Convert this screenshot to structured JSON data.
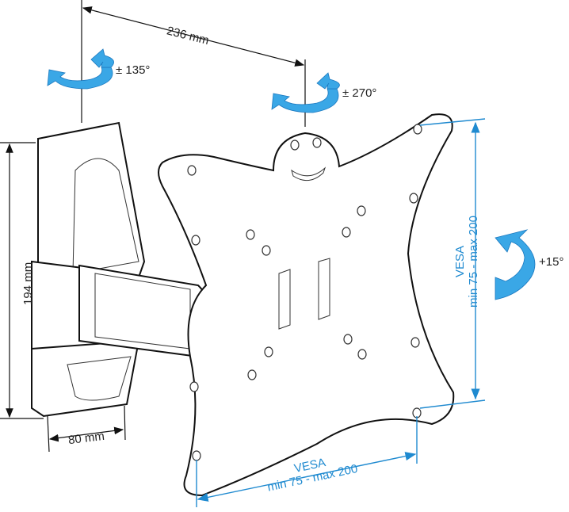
{
  "title": "TV wall mount dimensions",
  "dimensions": {
    "arm_length": "236 mm",
    "height": "194 mm",
    "wall_plate_width": "80 mm"
  },
  "rotations": {
    "wall_swivel": "± 135°",
    "plate_rotation": "± 270°",
    "tilt": "+15°"
  },
  "vesa": {
    "vertical": {
      "title": "VESA",
      "range": "min 75 - max 200"
    },
    "horizontal": {
      "title": "VESA",
      "range": "min 75 - max 200"
    }
  },
  "colors": {
    "accent": "#1f8ad0",
    "arrow": "#3aa7e6"
  }
}
